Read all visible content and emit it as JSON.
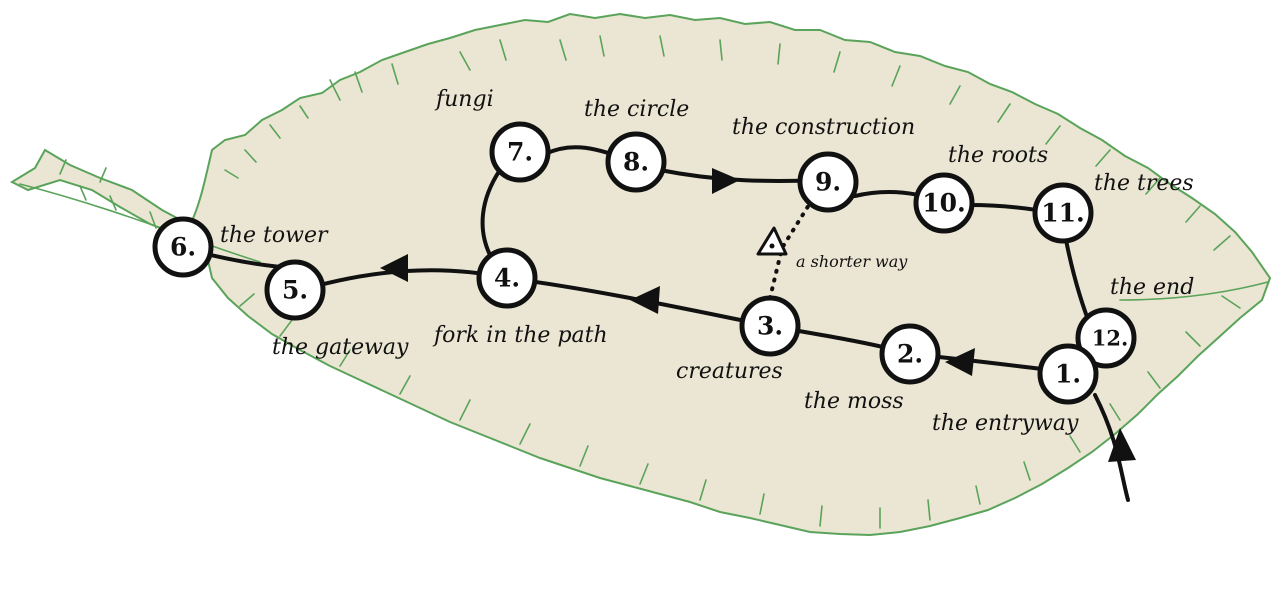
{
  "colors": {
    "leaf_fill": "#ebe6d3",
    "leaf_edge": "#5aa35a",
    "path_ink": "#111111",
    "circle_fill": "#ffffff"
  },
  "stops": [
    {
      "id": 1,
      "number": "1.",
      "label": "the entryway"
    },
    {
      "id": 2,
      "number": "2.",
      "label": "the moss"
    },
    {
      "id": 3,
      "number": "3.",
      "label": "creatures"
    },
    {
      "id": 4,
      "number": "4.",
      "label": "fork in the path"
    },
    {
      "id": 5,
      "number": "5.",
      "label": "the gateway"
    },
    {
      "id": 6,
      "number": "6.",
      "label": "the tower"
    },
    {
      "id": 7,
      "number": "7.",
      "label": "fungi"
    },
    {
      "id": 8,
      "number": "8.",
      "label": "the circle"
    },
    {
      "id": 9,
      "number": "9.",
      "label": "the construction"
    },
    {
      "id": 10,
      "number": "10.",
      "label": "the roots"
    },
    {
      "id": 11,
      "number": "11.",
      "label": "the trees"
    },
    {
      "id": 12,
      "number": "12.",
      "label": "the end"
    }
  ],
  "shortcut": {
    "label": "a shorter way",
    "from": 3,
    "to": 9
  },
  "icons": [
    "leaf-icon",
    "arrowhead-icon",
    "triangle-marker-icon"
  ]
}
